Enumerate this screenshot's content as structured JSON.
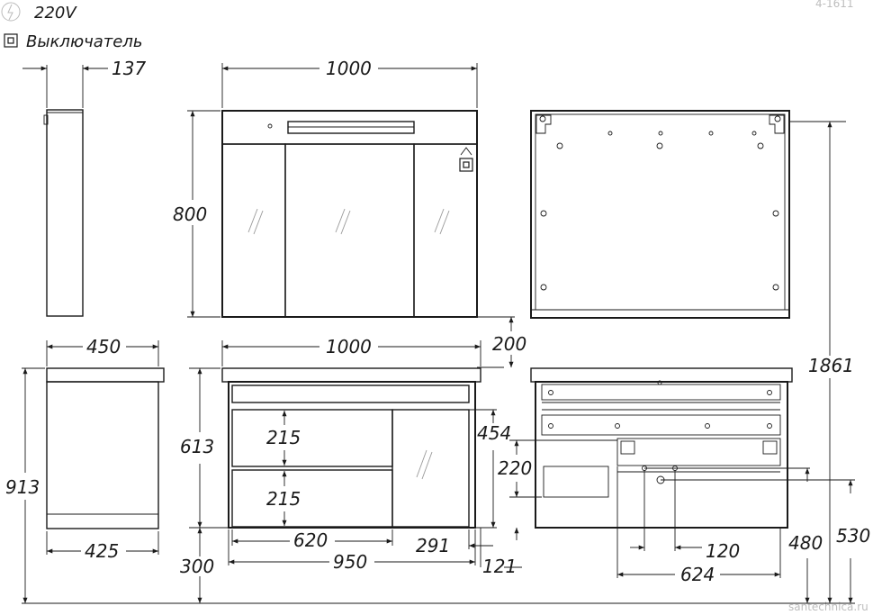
{
  "legend": {
    "voltage": "220V",
    "switch": "Выключатель"
  },
  "dims": {
    "cab_depth": "137",
    "cab_width": "1000",
    "cab_height": "800",
    "total_height": "1861",
    "gap": "200",
    "vanity_depth": "450",
    "vanity_width": "1000",
    "vanity_height": "613",
    "vanity_total": "913",
    "vanity_base_depth": "425",
    "drawer1": "215",
    "drawer2": "215",
    "drawers_width": "620",
    "door_width": "291",
    "inner_width": "950",
    "leg": "300",
    "side": "121",
    "d454": "454",
    "d220": "220",
    "d120": "120",
    "d624": "624",
    "d480": "480",
    "d530": "530"
  },
  "watermark": "santechnica.ru",
  "corner_mark": "4-1611"
}
